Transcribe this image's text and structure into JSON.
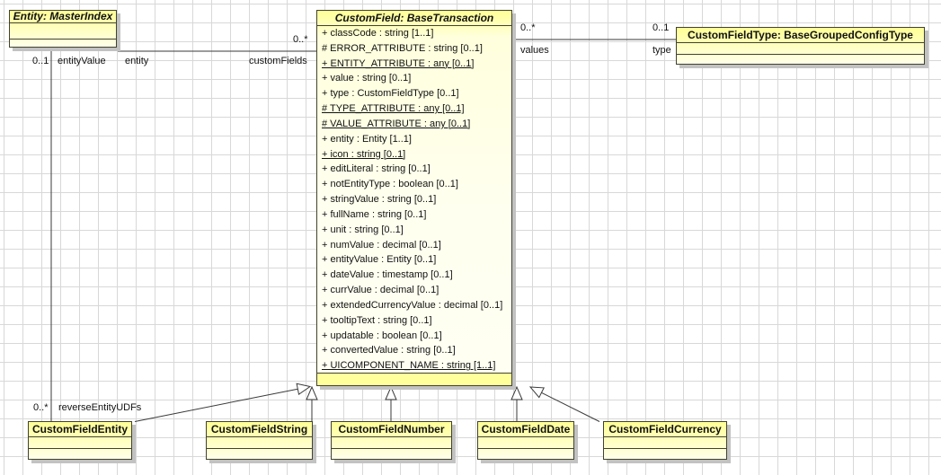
{
  "diagram": {
    "classes": {
      "entity": {
        "title": "Entity: MasterIndex",
        "abstract": true
      },
      "custom_field": {
        "title": "CustomField: BaseTransaction",
        "abstract": true,
        "attributes": [
          {
            "text": "+ classCode : string [1..1]",
            "static": false
          },
          {
            "text": "# ERROR_ATTRIBUTE : string [0..1]",
            "static": false
          },
          {
            "text": "+ ENTITY_ATTRIBUTE : any [0..1]",
            "static": true
          },
          {
            "text": "+ value : string [0..1]",
            "static": false
          },
          {
            "text": "+ type : CustomFieldType [0..1]",
            "static": false
          },
          {
            "text": "# TYPE_ATTRIBUTE : any [0..1]",
            "static": true
          },
          {
            "text": "# VALUE_ATTRIBUTE : any [0..1]",
            "static": true
          },
          {
            "text": "+ entity : Entity [1..1]",
            "static": false
          },
          {
            "text": "+ icon : string [0..1]",
            "static": true
          },
          {
            "text": "+ editLiteral : string [0..1]",
            "static": false
          },
          {
            "text": "+ notEntityType : boolean [0..1]",
            "static": false
          },
          {
            "text": "+ stringValue : string [0..1]",
            "static": false
          },
          {
            "text": "+ fullName : string [0..1]",
            "static": false
          },
          {
            "text": "+ unit : string [0..1]",
            "static": false
          },
          {
            "text": "+ numValue : decimal [0..1]",
            "static": false
          },
          {
            "text": "+ entityValue : Entity [0..1]",
            "static": false
          },
          {
            "text": "+ dateValue : timestamp [0..1]",
            "static": false
          },
          {
            "text": "+ currValue : decimal [0..1]",
            "static": false
          },
          {
            "text": "+ extendedCurrencyValue : decimal [0..1]",
            "static": false
          },
          {
            "text": "+ tooltipText : string [0..1]",
            "static": false
          },
          {
            "text": "+ updatable : boolean [0..1]",
            "static": false
          },
          {
            "text": "+ convertedValue : string [0..1]",
            "static": false
          },
          {
            "text": "+ UICOMPONENT_NAME : string [1..1]",
            "static": true
          }
        ]
      },
      "custom_field_type": {
        "title": "CustomFieldType: BaseGroupedConfigType",
        "abstract": false
      },
      "subclasses": [
        {
          "title": "CustomFieldEntity"
        },
        {
          "title": "CustomFieldString"
        },
        {
          "title": "CustomFieldNumber"
        },
        {
          "title": "CustomFieldDate"
        },
        {
          "title": "CustomFieldCurrency"
        }
      ]
    },
    "labels": {
      "entity_customfield": {
        "source_role": "entity",
        "target_role": "customFields",
        "target_mult": "0..*"
      },
      "entity_customfieldentity": {
        "source_mult": "0..1",
        "source_role": "entityValue",
        "target_mult": "0..*",
        "target_role": "reverseEntityUDFs"
      },
      "customfield_customfieldtype": {
        "source_mult": "0..*",
        "source_role": "values",
        "target_mult": "0..1",
        "target_role": "type"
      }
    },
    "colors": {
      "box_fill_top": "#ffff96",
      "box_fill_bottom": "#ffffea",
      "box_border": "#42422e",
      "shadow": "#c2c2c2",
      "grid_line": "#d8d8d8",
      "edge_color": "#3a3a3a"
    }
  }
}
